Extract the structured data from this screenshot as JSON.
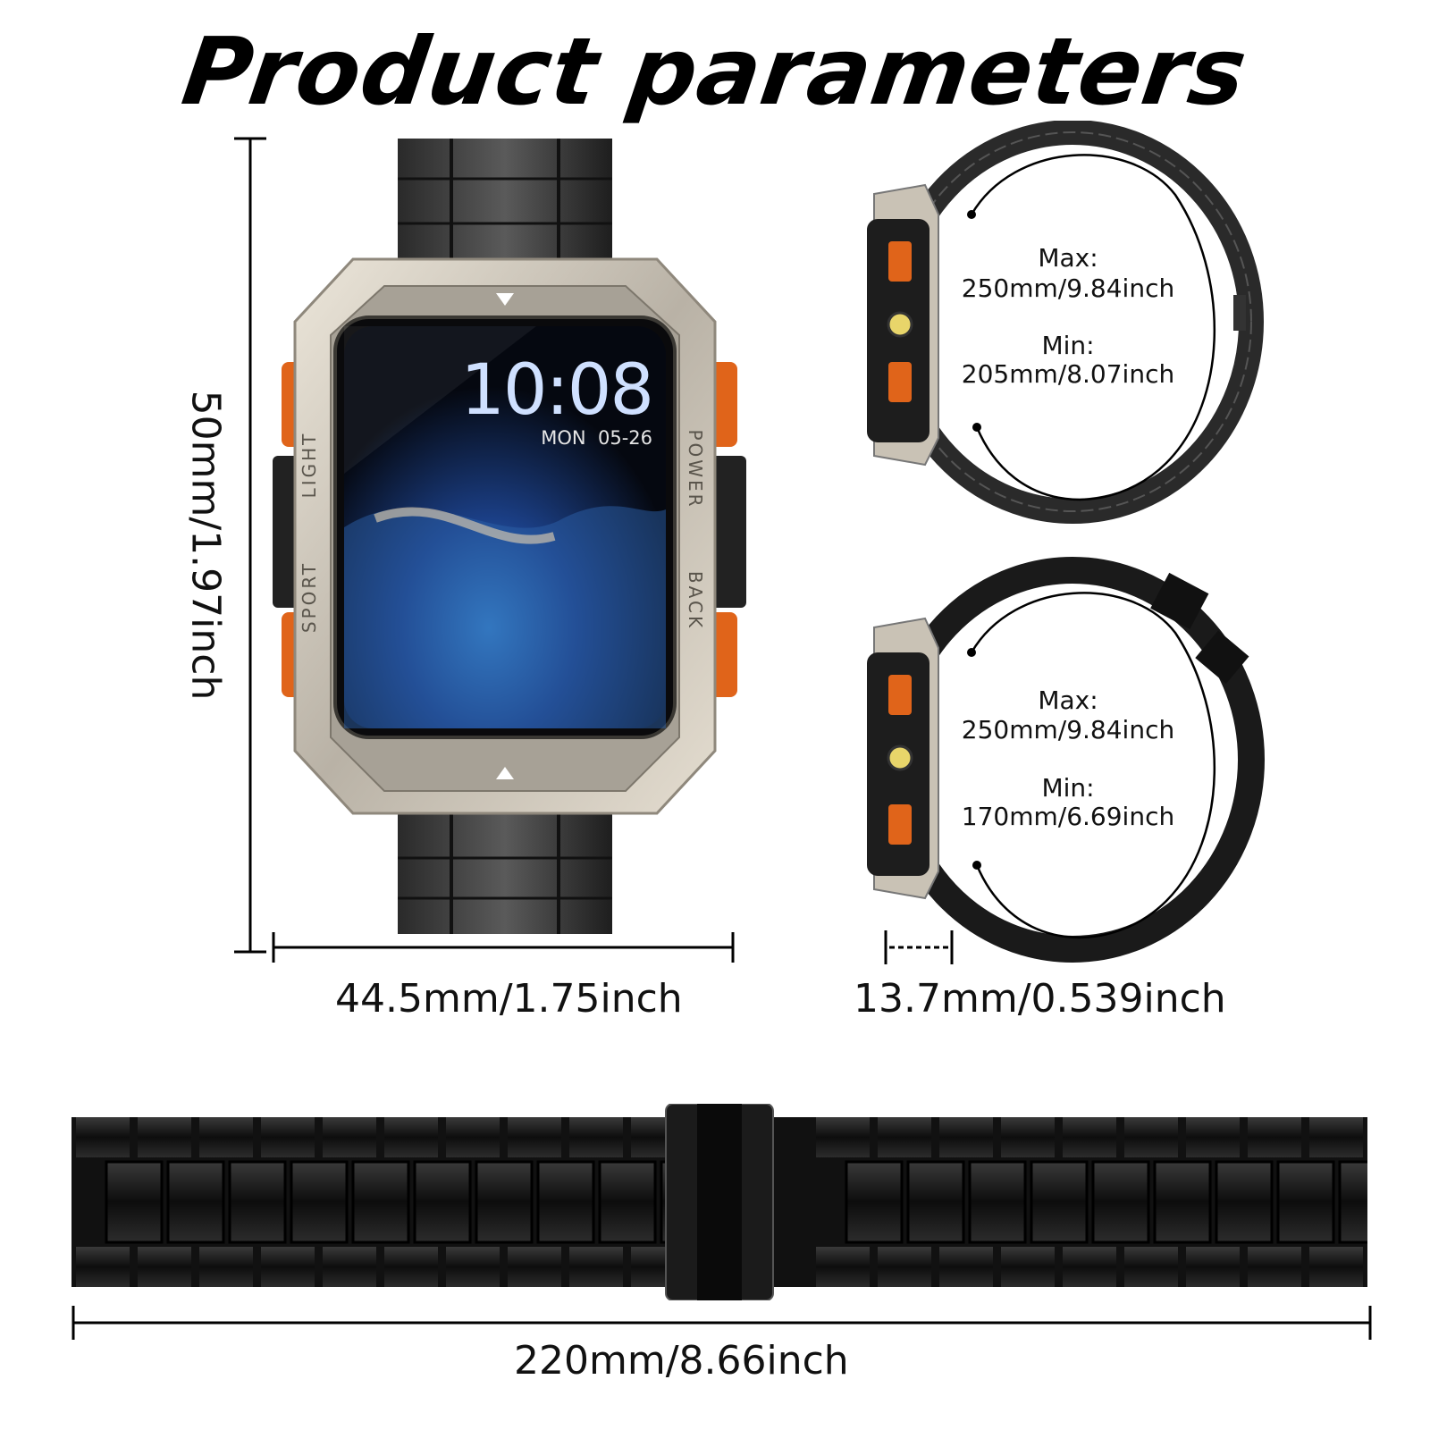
{
  "title": "Product parameters",
  "dimensions": {
    "height": "50mm/1.97inch",
    "width": "44.5mm/1.75inch",
    "thickness": "13.7mm/0.539inch",
    "strap_length": "220mm/8.66inch"
  },
  "screen": {
    "time": "10:08",
    "date": "MON  05-26"
  },
  "bezel_labels": {
    "light": "LIGHT",
    "sport": "SPORT",
    "power": "POWER",
    "back": "BACK"
  },
  "steel_band": {
    "max_label": "Max:",
    "max_value": "250mm/9.84inch",
    "min_label": "Min:",
    "min_value": "205mm/8.07inch"
  },
  "silicone_band": {
    "max_label": "Max:",
    "max_value": "250mm/9.84inch",
    "min_label": "Min:",
    "min_value": "170mm/6.69inch"
  },
  "colors": {
    "accent_orange": "#e0641a",
    "case_silver": "#cfc8bc",
    "band_black": "#1c1c1c"
  }
}
